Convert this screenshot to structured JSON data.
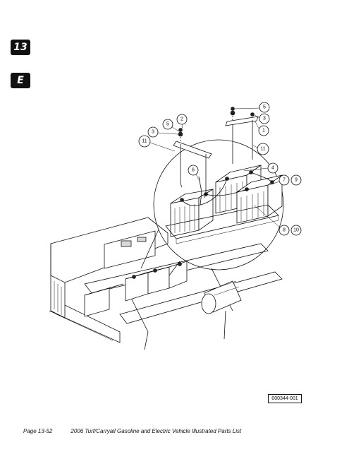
{
  "section_tab": "13",
  "section_letter": "E",
  "figure": {
    "reference": "000344-001",
    "callouts": [
      {
        "id": "c5a",
        "label": "5"
      },
      {
        "id": "c2",
        "label": "2"
      },
      {
        "id": "c3a",
        "label": "3"
      },
      {
        "id": "c11a",
        "label": "11"
      },
      {
        "id": "c5b",
        "label": "5"
      },
      {
        "id": "c3b",
        "label": "3"
      },
      {
        "id": "c1",
        "label": "1"
      },
      {
        "id": "c11b",
        "label": "11"
      },
      {
        "id": "c6",
        "label": "6"
      },
      {
        "id": "c4",
        "label": "4"
      },
      {
        "id": "c7",
        "label": "7"
      },
      {
        "id": "c9",
        "label": "9"
      },
      {
        "id": "c8",
        "label": "8"
      },
      {
        "id": "c10",
        "label": "10"
      }
    ]
  },
  "footer": {
    "page": "Page 13-52",
    "title": "2006 Turf/Carryall Gasoline and Electric Vehicle Illustrated Parts List"
  }
}
